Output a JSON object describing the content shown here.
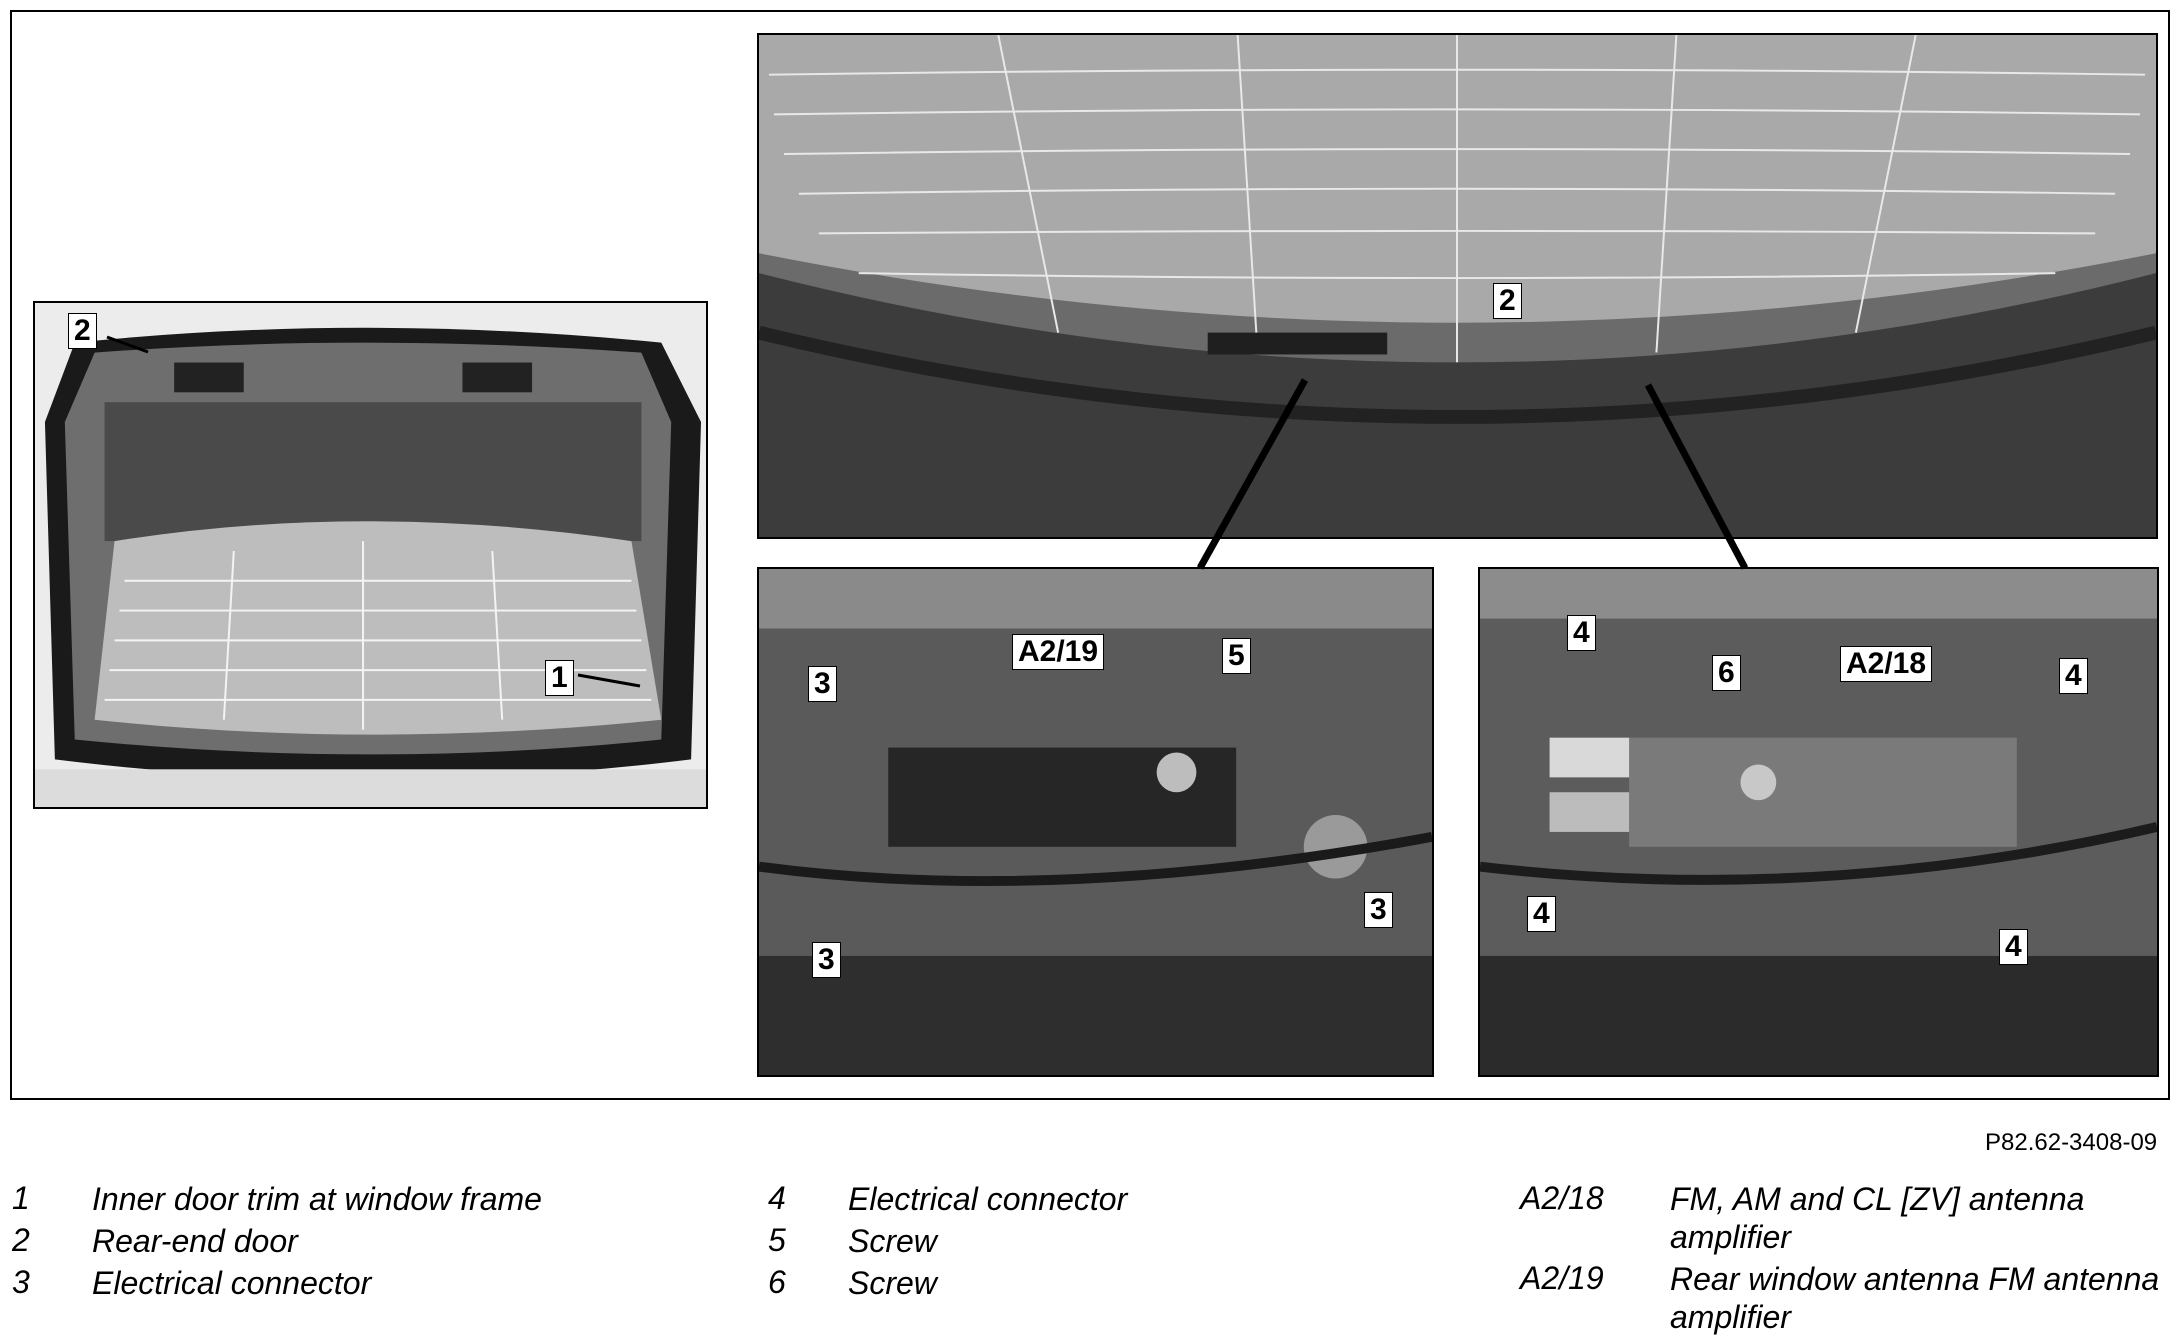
{
  "figure_id": "P82.62-3408-09",
  "callouts": {
    "left_door": [
      "2",
      "1"
    ],
    "top_window": [
      "2"
    ],
    "bottom_left": [
      "A2/19",
      "5",
      "3",
      "3",
      "3"
    ],
    "bottom_right": [
      "4",
      "6",
      "A2/18",
      "4",
      "4",
      "4"
    ]
  },
  "legend": {
    "col1": [
      {
        "num": "1",
        "text": "Inner door trim at window frame"
      },
      {
        "num": "2",
        "text": "Rear-end door"
      },
      {
        "num": "3",
        "text": "Electrical connector"
      }
    ],
    "col2": [
      {
        "num": "4",
        "text": "Electrical connector"
      },
      {
        "num": "5",
        "text": "Screw"
      },
      {
        "num": "6",
        "text": "Screw"
      }
    ],
    "col3": [
      {
        "num": "A2/18",
        "text": "FM, AM and CL [ZV] antenna amplifier"
      },
      {
        "num": "A2/19",
        "text": "Rear window antenna FM antenna amplifier"
      }
    ]
  }
}
